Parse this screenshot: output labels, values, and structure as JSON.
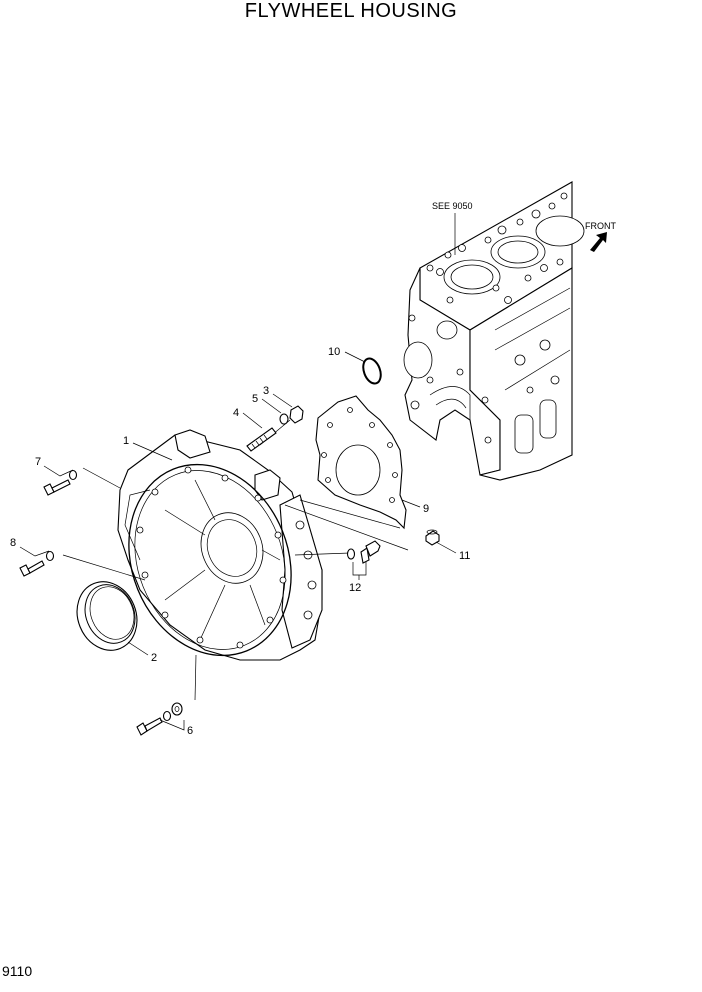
{
  "title": "FLYWHEEL HOUSING",
  "page_code": "9110",
  "reference": "SEE 9050",
  "direction_label": "FRONT",
  "callouts": {
    "c1": "1",
    "c2": "2",
    "c3": "3",
    "c4": "4",
    "c5": "5",
    "c6": "6",
    "c7": "7",
    "c8": "8",
    "c9": "9",
    "c10": "10",
    "c11": "11",
    "c12": "12"
  }
}
